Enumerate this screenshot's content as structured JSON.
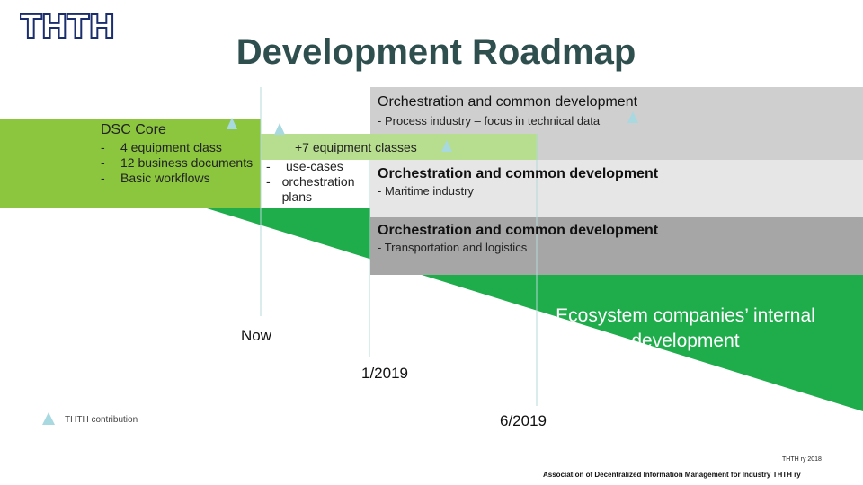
{
  "logo": {
    "text": "THTH"
  },
  "title": "Development Roadmap",
  "dsc_core": {
    "title": "DSC Core",
    "items": [
      "4 equipment class",
      "12 business documents",
      "Basic workflows"
    ]
  },
  "extension": {
    "title": "+7 equipment classes",
    "items": [
      "use-cases",
      "orchestration plans"
    ]
  },
  "boxes": [
    {
      "title": "Orchestration and common development",
      "subtitle": "- Process industry – focus in technical data"
    },
    {
      "title": "Orchestration and common development",
      "subtitle": "- Maritime industry"
    },
    {
      "title": "Orchestration and common development",
      "subtitle": "- Transportation and logistics"
    }
  ],
  "ecosystem": "Ecosystem companies’ internal development",
  "timeline": {
    "now": "Now",
    "date1": "1/2019",
    "date2": "6/2019"
  },
  "legend": {
    "label": "THTH contribution",
    "icon": "triangle-icon"
  },
  "footer": {
    "line1": "THTH ry 2018",
    "line2": "Association of Decentralized Information Management for Industry THTH ry"
  },
  "colors": {
    "title": "#2f4f4f",
    "dsc_green": "#8cc63f",
    "light_green": "#b7dd8e",
    "dark_green": "#1fad4c",
    "gray_dark": "#a6a6a6",
    "gray_mid": "#cfcfcf",
    "gray_light": "#e6e6e6",
    "triangle": "#a8d8e0",
    "logo": "#1a2e6e"
  }
}
